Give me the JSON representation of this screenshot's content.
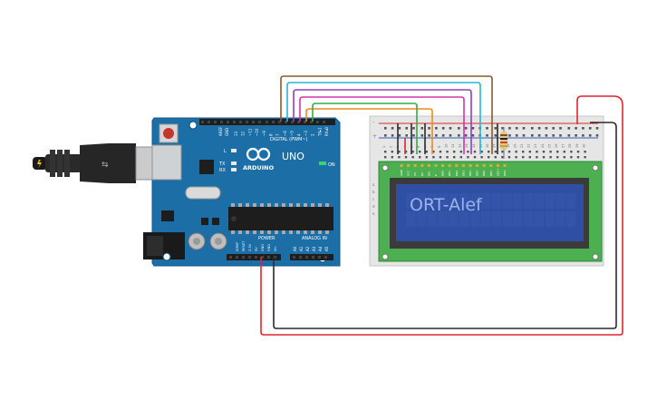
{
  "arduino": {
    "brand": "ARDUINO",
    "model": "UNO",
    "on_label": "ON",
    "tx_label": "TX",
    "rx_label": "RX",
    "l_label": "L",
    "digital_header": "DIGITAL (PWM~)",
    "power_header": "POWER",
    "analog_header": "ANALOG IN",
    "aref": "AREF",
    "gnd": "GND",
    "digital_pins": [
      "13",
      "12",
      "~11",
      "~10",
      "~9",
      "8",
      "7",
      "~6",
      "~5",
      "4",
      "~3",
      "2",
      "TX▸1",
      "RX◂0"
    ],
    "power_pins": [
      "IOREF",
      "RESET",
      "3.3V",
      "5V",
      "GND",
      "GND",
      "Vin"
    ],
    "analog_pins": [
      "A0",
      "A1",
      "A2",
      "A3",
      "A4",
      "A5"
    ]
  },
  "breadboard": {
    "row_numbers": [
      "1",
      "2",
      "3",
      "4",
      "5",
      "6",
      "7",
      "8",
      "9",
      "10",
      "11",
      "12",
      "13",
      "14",
      "15",
      "16",
      "17",
      "18",
      "19",
      "20",
      "21",
      "22",
      "23",
      "24",
      "25",
      "26",
      "27",
      "28",
      "29",
      "30"
    ],
    "row_letters": [
      "a",
      "b",
      "c",
      "d",
      "e"
    ]
  },
  "lcd": {
    "text": "ORT-Alef",
    "pin_labels": [
      "GND",
      "VCC",
      "V0",
      "RS",
      "RW",
      "E",
      "DB0",
      "DB1",
      "DB2",
      "DB3",
      "DB4",
      "DB5",
      "DB6",
      "DB7",
      "LED+",
      "LED-"
    ]
  },
  "colors": {
    "board_blue": "#1b6fa6",
    "lcd_screen": "#2e4fa3",
    "lcd_pcb": "#4caf50",
    "lcd_text": "#9bb3ea",
    "wire_red": "#e0262d",
    "wire_black": "#2b2b2b",
    "wire_brown": "#8a5a2b",
    "wire_cyan": "#2ab4d8",
    "wire_purple": "#8e3fc4",
    "wire_magenta": "#d633a8",
    "wire_orange": "#ee8a1a",
    "wire_green": "#3aa84a"
  }
}
